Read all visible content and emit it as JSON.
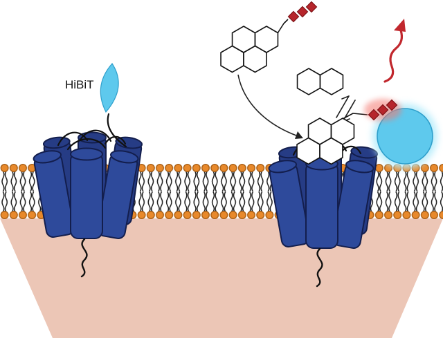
{
  "labels": {
    "hibit": "HiBiT"
  },
  "icons": {
    "hibit_tag": "lens-shape",
    "lgbit_protein": "glowing-circle",
    "substrate": "fused-hexagon-molecule",
    "cleaved_substrate": "two-fused-hexagons",
    "fluorophore": "red-diamond-chain",
    "luminescence": "red-wavy-arrow",
    "membrane_protein": "blue-cylinder-bundle",
    "lipid_bilayer": "orange-bead-and-tail-rows",
    "binding_arrow": "curved-black-arrow",
    "equilibrium": "double-half-arrows"
  },
  "colors": {
    "membrane_head": "#E8892B",
    "membrane_head_stroke": "#A85E14",
    "lipid_tail": "#1A1A1A",
    "cytoplasm": "#ECC6B6",
    "protein_fill": "#2E4A9B",
    "protein_fill_back": "#263C85",
    "protein_stroke": "#131E4D",
    "hibit_tag_fill": "#5EC9ED",
    "hibit_tag_stroke": "#2E9FCB",
    "lgbit_fill": "#5EC9ED",
    "lgbit_glow": "#B5ECFB",
    "substrate_red": "#B6252B",
    "substrate_red_stroke": "#7E1216",
    "emission_red": "#C1272D",
    "line_black": "#1A1A1A"
  }
}
